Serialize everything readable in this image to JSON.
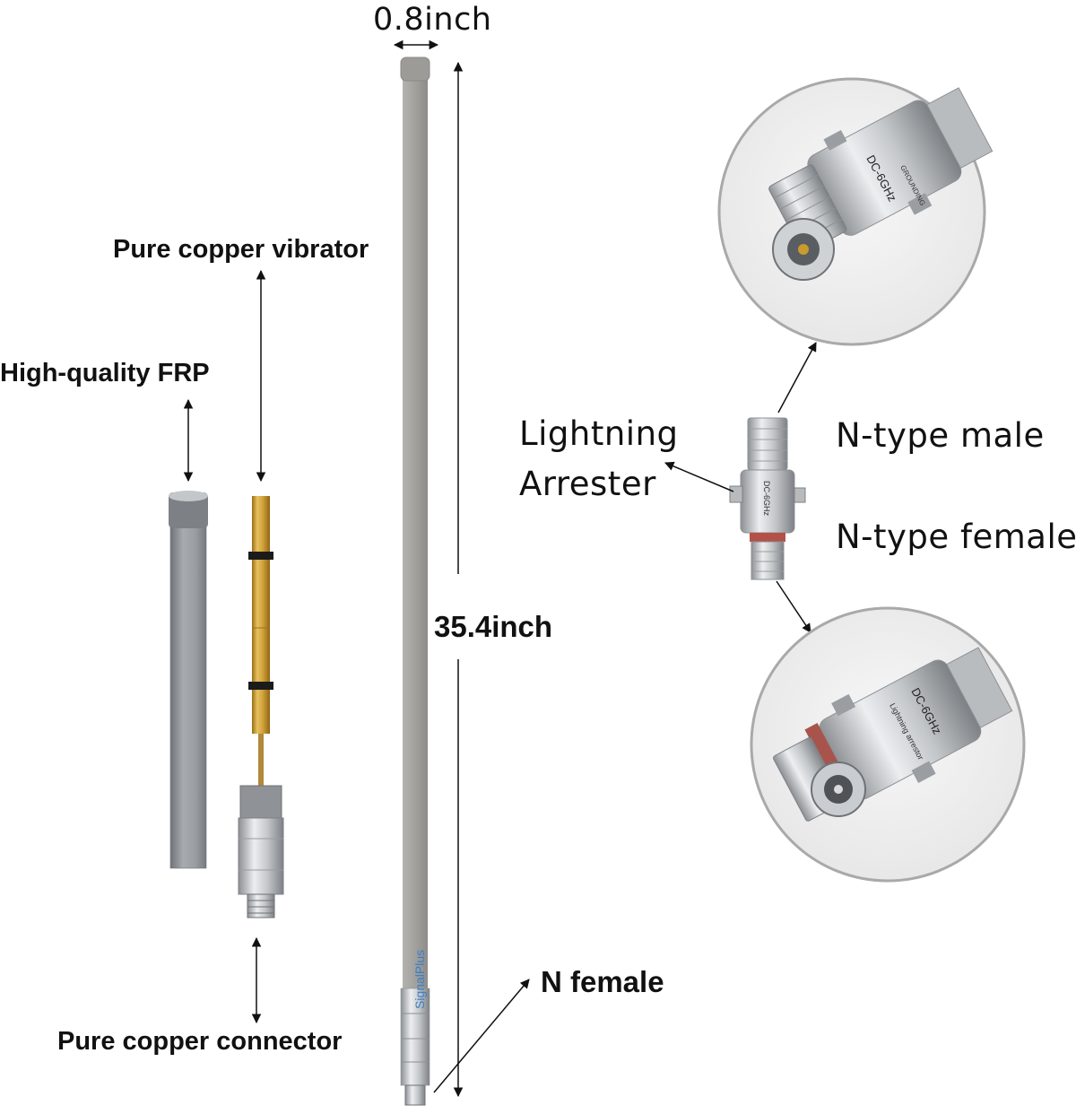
{
  "labels": {
    "width": "0.8inch",
    "length": "35.4inch",
    "vibrator": "Pure copper vibrator",
    "frp": "High-quality FRP",
    "connector": "Pure copper connector",
    "n_female": "N female",
    "arrester_line1": "Lightning",
    "arrester_line2": "Arrester",
    "n_male_type": "N-type male",
    "n_female_type": "N-type female"
  },
  "antenna": {
    "brand_text": "SignalPlus"
  },
  "arrester": {
    "spec_text": "DC-6GHz",
    "grounding_text": "GROUNDING",
    "arrester_text": "Lightning arrestor"
  },
  "colors": {
    "fiberglass": "#9d9c99",
    "copper": "#c99a2e",
    "steel": "#c7c9cc",
    "frp_tube": "#8d9094",
    "brand_blue": "#3a7fc6"
  }
}
